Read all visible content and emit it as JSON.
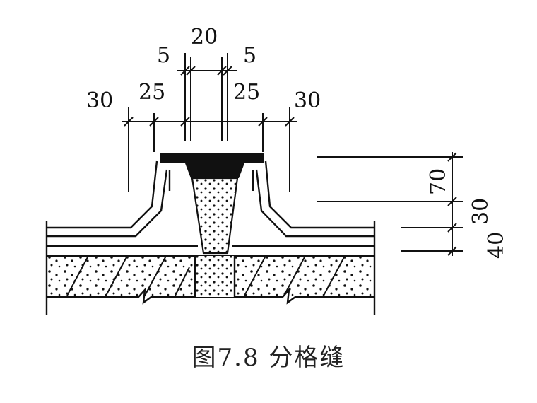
{
  "figure": {
    "caption": "图7.8  分格缝"
  },
  "dimensions_top": {
    "d1": "30",
    "d2": "25",
    "d3": "5",
    "d4": "20",
    "d5": "5",
    "d6": "25",
    "d7": "30"
  },
  "dimensions_right": {
    "r1": "70",
    "r2": "30",
    "r3": "40"
  }
}
